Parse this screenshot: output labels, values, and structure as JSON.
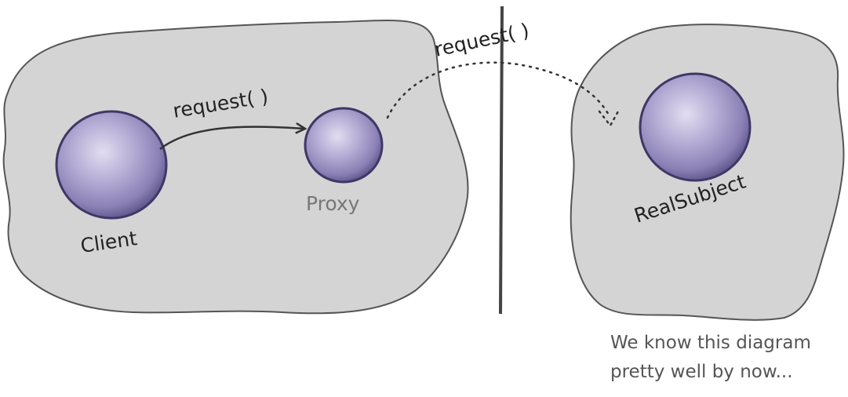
{
  "diagram": {
    "colors": {
      "blob_fill": "#d4d4d4",
      "blob_stroke": "#555555",
      "divider": "#444444",
      "sphere_light": "#ddd8ee",
      "sphere_mid": "#a9a0cc",
      "sphere_dark": "#3f3866",
      "arrow": "#333333",
      "proxy_label": "#777777"
    },
    "labels": {
      "client": "Client",
      "proxy": "Proxy",
      "real_subject": "RealSubject",
      "request_local": "request( )",
      "request_remote": "request( )"
    },
    "note": {
      "line1": "We know this diagram",
      "line2": "pretty well by now..."
    }
  }
}
